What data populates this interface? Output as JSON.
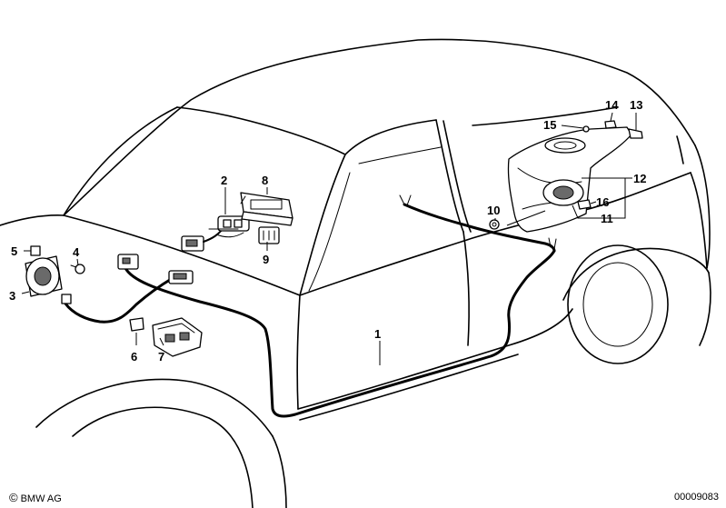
{
  "callouts": {
    "n1": "1",
    "n2": "2",
    "n3": "3",
    "n4": "4",
    "n5": "5",
    "n6": "6",
    "n7": "7",
    "n8": "8",
    "n9": "9",
    "n10": "10",
    "n11": "11",
    "n12": "12",
    "n13": "13",
    "n14": "14",
    "n15": "15",
    "n16": "16"
  },
  "footer": {
    "copyright_symbol": "©",
    "copyright": "BMW AG",
    "document_number": "00009083"
  },
  "icons": {
    "copyright": "copyright-icon"
  }
}
